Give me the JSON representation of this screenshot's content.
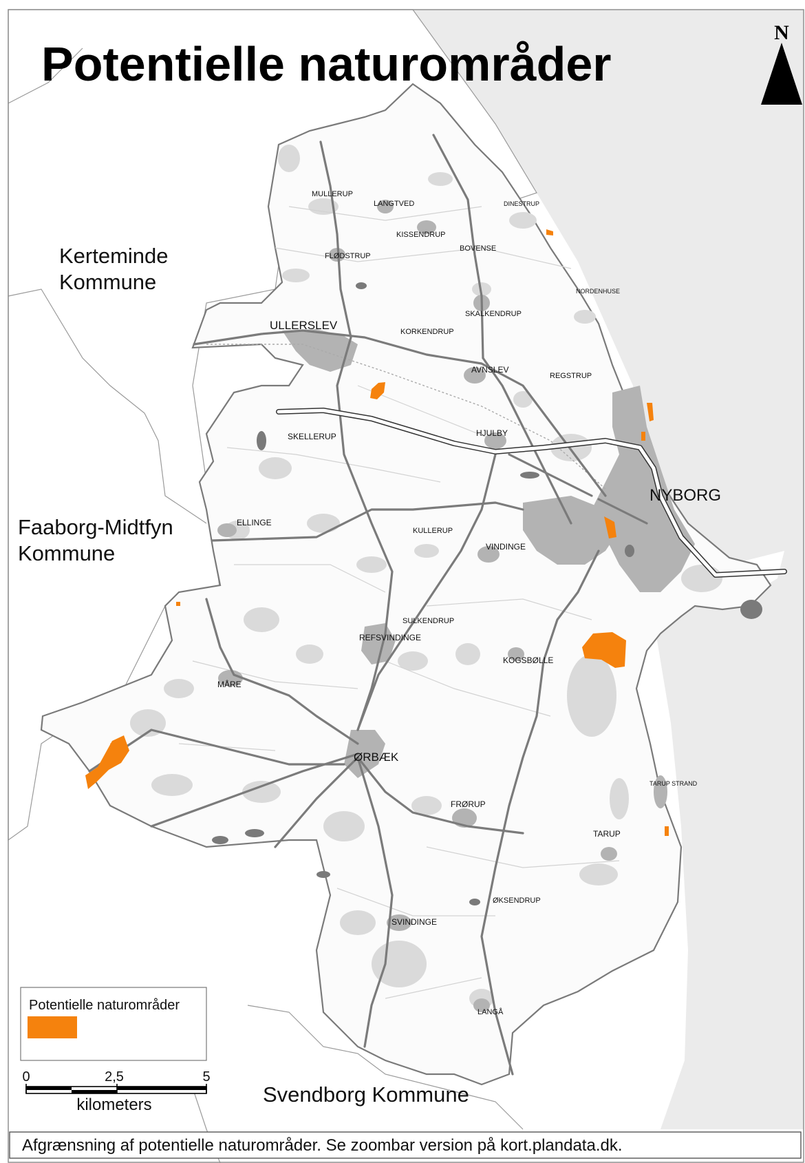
{
  "title": "Potentielle naturområder",
  "north_arrow": {
    "label": "N"
  },
  "neighbours": {
    "kerteminde": [
      "Kerteminde",
      "Kommune"
    ],
    "faaborg": [
      "Faaborg-Midtfyn",
      "Kommune"
    ],
    "svendborg": "Svendborg Kommune"
  },
  "towns": {
    "mullerup": "MULLERUP",
    "langtved": "LANGTVED",
    "dinestrup": "DINESTRUP",
    "kissendrup": "KISSENDRUP",
    "bovense": "BOVENSE",
    "flodstrup": "FLØDSTRUP",
    "nordenhuse": "NORDENHUSE",
    "skalkendrup": "SKALKENDRUP",
    "ullerslev": "ULLERSLEV",
    "korkendrup": "KORKENDRUP",
    "avnslev": "AVNSLEV",
    "regstrup": "REGSTRUP",
    "hjulby": "HJULBY",
    "skellerup": "SKELLERUP",
    "nyborg": "NYBORG",
    "ellinge": "ELLINGE",
    "kullerup": "KULLERUP",
    "vindinge": "VINDINGE",
    "sulkendrup": "SULKENDRUP",
    "refsvindinge": "REFSVINDINGE",
    "kogsbolle": "KOGSBØLLE",
    "maare": "MÅRE",
    "orbaek": "ØRBÆK",
    "tarup_strand": "TARUP STRAND",
    "frorup": "FRØRUP",
    "tarup": "TARUP",
    "oksendrup": "ØKSENDRUP",
    "svindinge": "SVINDINGE",
    "langaa": "LANGÅ"
  },
  "legend": {
    "title": "Potentielle naturområder",
    "swatch_color": "#f5820d"
  },
  "scalebar": {
    "ticks": [
      "0",
      "2,5",
      "5"
    ],
    "unit": "kilometers"
  },
  "caption": "Afgrænsning af potentielle naturområder. Se zoombar version på kort.plandata.dk."
}
